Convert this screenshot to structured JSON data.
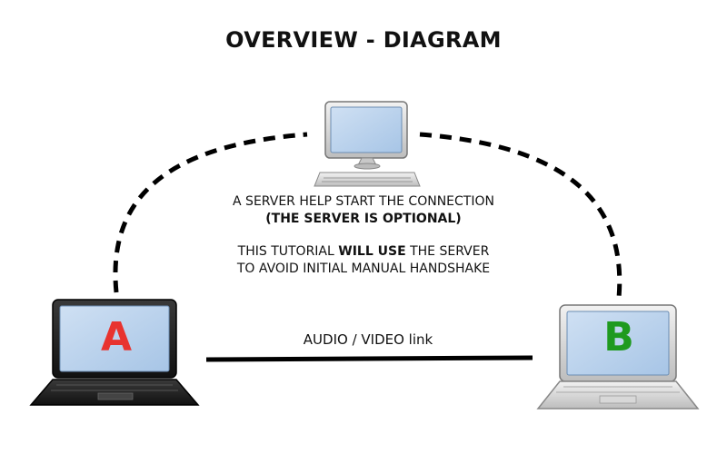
{
  "title": "OVERVIEW - DIAGRAM",
  "server_note": {
    "line1": "A SERVER HELP START THE CONNECTION",
    "line2": "(THE SERVER IS OPTIONAL)"
  },
  "tutorial_note": {
    "line1_before": "THIS TUTORIAL ",
    "line1_bold": "WILL USE",
    "line1_after": " THE SERVER",
    "line2": "TO AVOID INITIAL MANUAL HANDSHAKE"
  },
  "link_label": "AUDIO / VIDEO link",
  "peer_a": {
    "letter": "A",
    "color": "#e8332f"
  },
  "peer_b": {
    "letter": "B",
    "color": "#1f9a1f"
  },
  "icons": {
    "server": "desktop-computer-icon",
    "peer_a": "laptop-black-icon",
    "peer_b": "laptop-silver-icon"
  }
}
